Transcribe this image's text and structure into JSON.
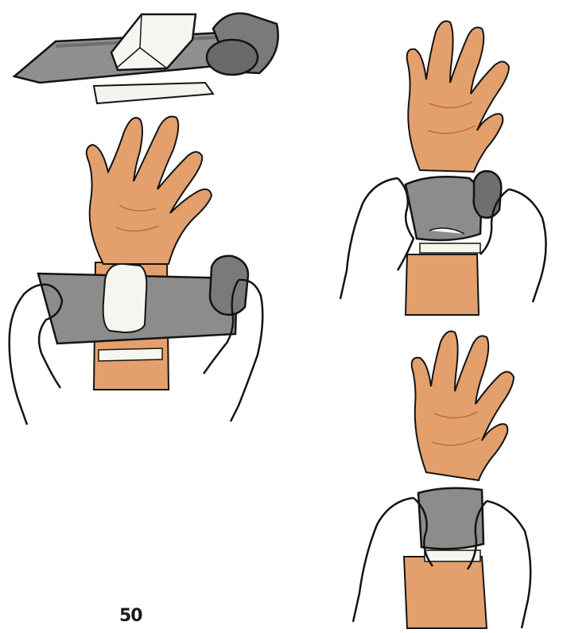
{
  "page": {
    "number": "50"
  },
  "figures": [
    {
      "name": "bandage-roll-materials"
    },
    {
      "name": "bandage-applied-across-wrist"
    },
    {
      "name": "bandage-wrapping-wrist"
    },
    {
      "name": "bandage-secured-wrist"
    }
  ],
  "palette": {
    "skin": "#e3a06d",
    "skin_light": "#eab88a",
    "bandage": "#8c8c8c",
    "bandage_dark": "#6e6e6e",
    "pad": "#f4f4ee",
    "outline": "#141414"
  }
}
